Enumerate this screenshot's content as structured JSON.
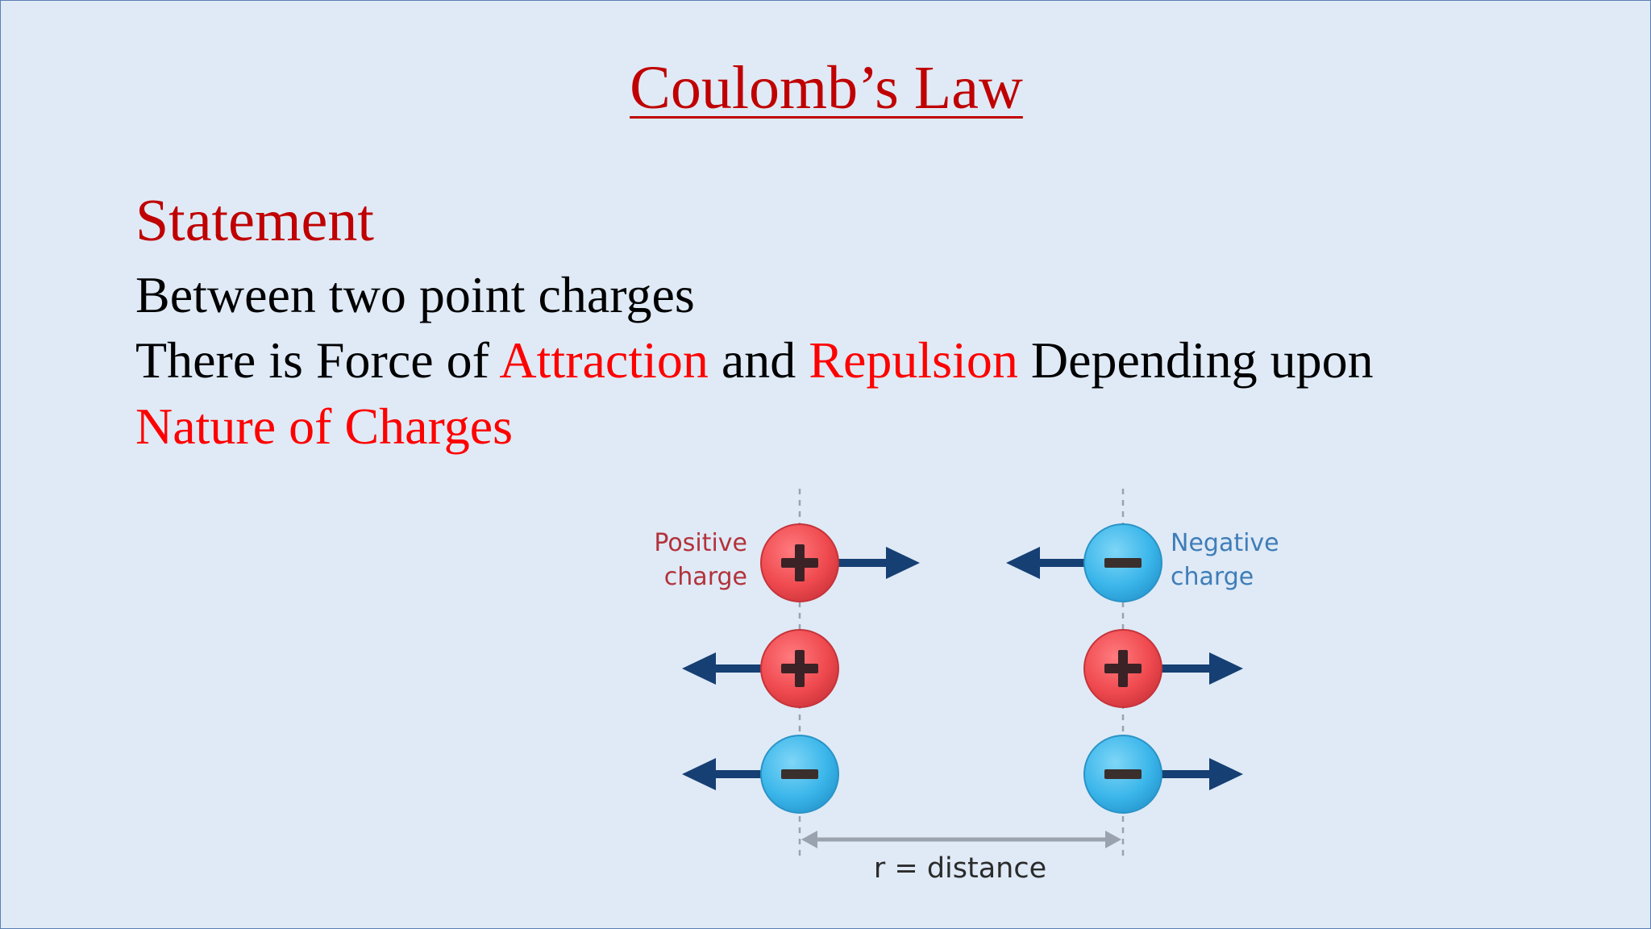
{
  "slide": {
    "title": "Coulomb’s Law",
    "heading": "Statement",
    "line1": "Between two point charges",
    "line2": {
      "part1": "There is Force of",
      "attraction": "Attraction",
      "part2": "and",
      "repulsion": "Repulsion",
      "part3": "Depending upon"
    },
    "line3": "Nature of Charges"
  },
  "diagram": {
    "positive_label_line1": "Positive",
    "positive_label_line2": "charge",
    "negative_label_line1": "Negative",
    "negative_label_line2": "charge",
    "distance_label": "r = distance",
    "colors": {
      "positive": "#ef4a4f",
      "negative": "#3bb6ea",
      "arrow": "#163f73",
      "positive_text": "#b3323b",
      "negative_text": "#3f7db8",
      "guide": "#9aa3ad"
    },
    "rows": [
      {
        "left": "+",
        "right": "−",
        "left_arrow": "right",
        "right_arrow": "left"
      },
      {
        "left": "+",
        "right": "+",
        "left_arrow": "left",
        "right_arrow": "right"
      },
      {
        "left": "−",
        "right": "−",
        "left_arrow": "left",
        "right_arrow": "right"
      }
    ]
  }
}
